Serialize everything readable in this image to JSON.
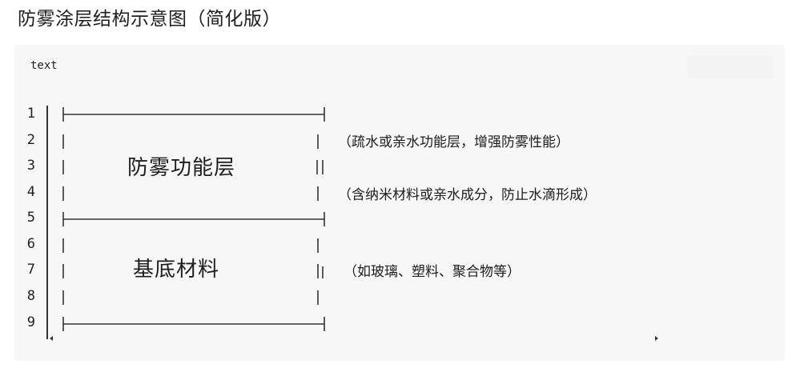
{
  "title": "防雾涂层结构示意图（简化版）",
  "code_block": {
    "language": "text",
    "line_numbers": [
      "1",
      "2",
      "3",
      "4",
      "5",
      "6",
      "7",
      "8",
      "9"
    ],
    "layer_top_label": "防雾功能层",
    "layer_bottom_label": "基底材料",
    "notes": {
      "line2": "（疏水或亲水功能层，增强防雾性能）",
      "line4": "（含纳米材料或亲水成分，防止水滴形成）",
      "line7": "（如玻璃、塑料、聚合物等）"
    }
  },
  "colors": {
    "background": "#ffffff",
    "code_background": "#f7f7f7",
    "text": "#1a1a1a",
    "lines": "#333333"
  }
}
